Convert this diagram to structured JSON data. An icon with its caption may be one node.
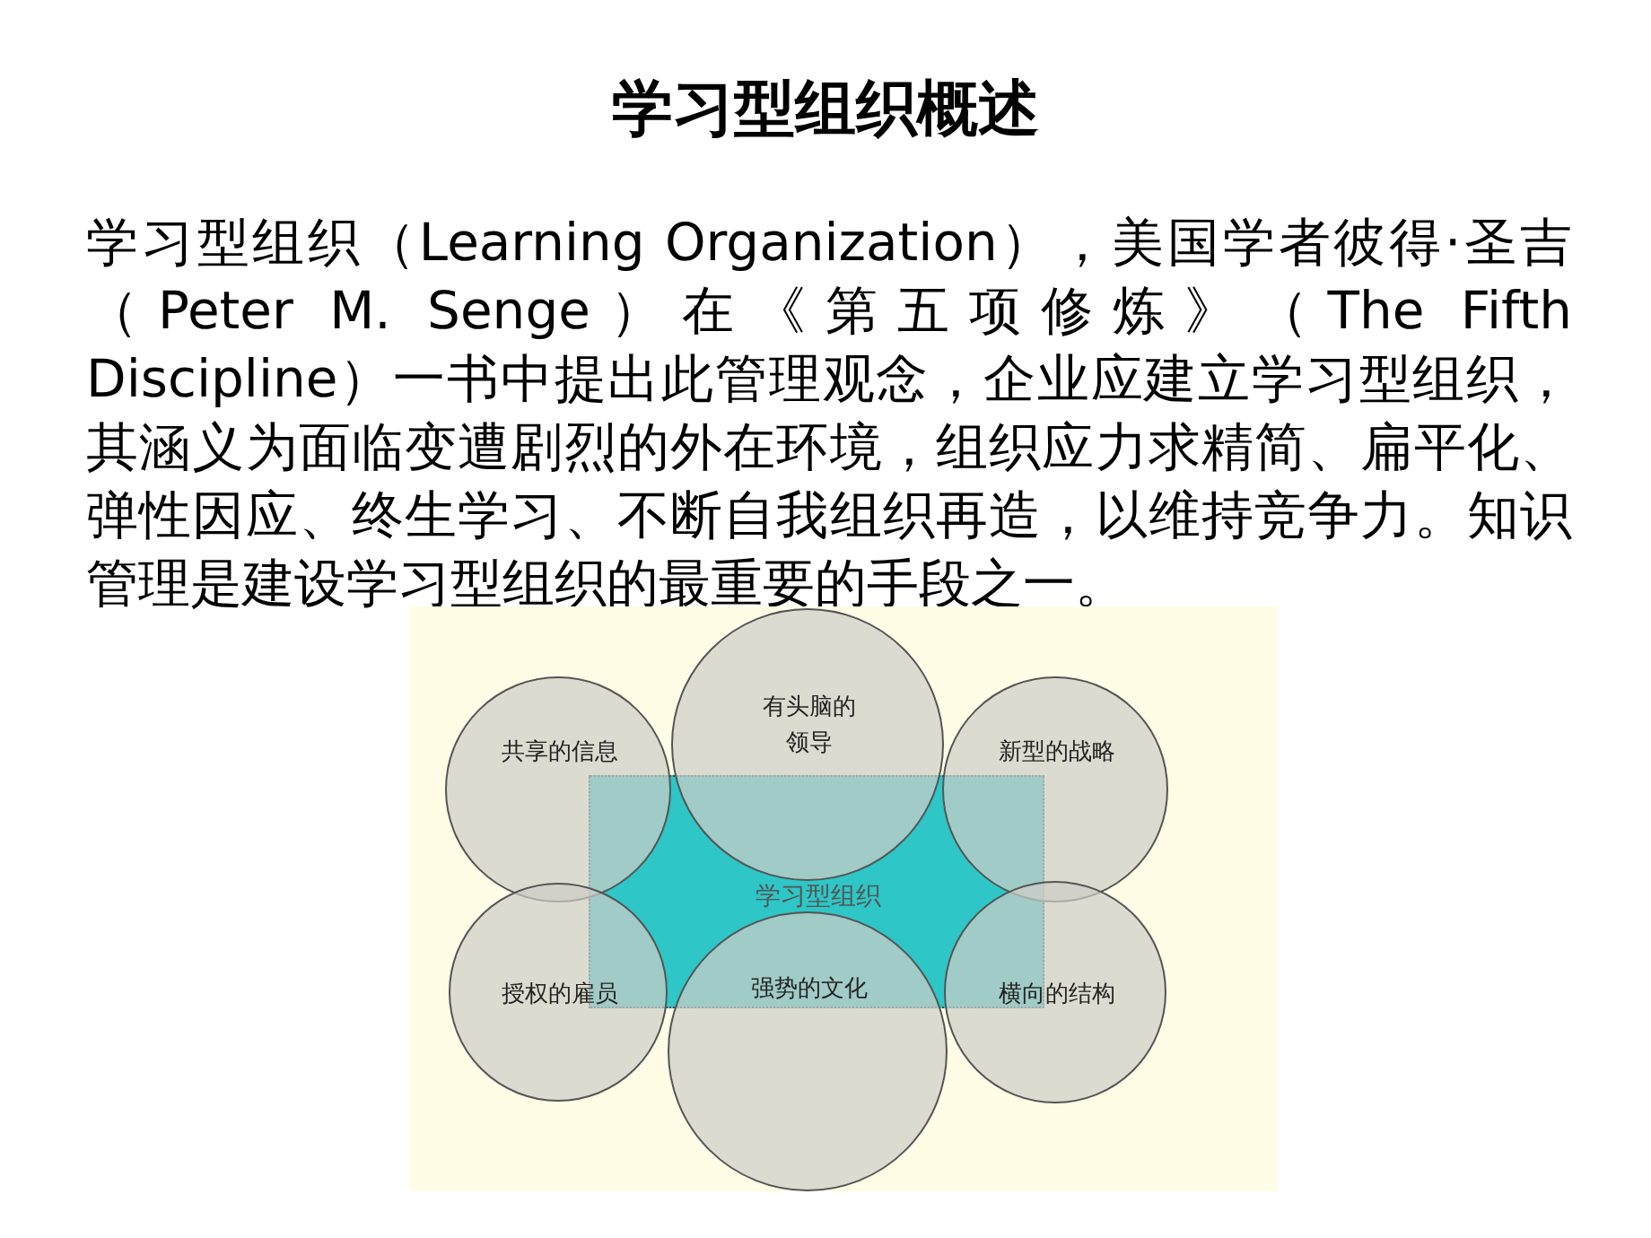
{
  "diagram": {
    "title": "学习型组织概述",
    "nodes": [
      {
        "text": [
          "共享的信息"
        ]
      },
      {
        "text": [
          "有头脑的领导"
        ]
      },
      {
        "text": [
          "新型的战略"
        ]
      },
      {
        "text": [
          "学习型组织"
        ]
      },
      {
        "text": [
          "授权的雇员"
        ]
      },
      {
        "text": [
          "强势的文化"
        ]
      },
      {
        "text": [
          "横向的结构"
        ]
      }
    ],
    "edges": [],
    "labels": [
      "学习型组织（Learning Organization），美国学者彼得·圣吉（Peter M. Senge）在《第五项修炼》（The Fifth Discipline）一书中提出此管理观念，企业应建立学习型组织，其涵义为面临变遭剧烈的外在环境，组织应力求精简、扁平化、弹性因应、终生学习、不断自我组织再造，以维持竞争力。知识管理是建设学习型组织的最重要的手段之一。"
    ]
  }
}
